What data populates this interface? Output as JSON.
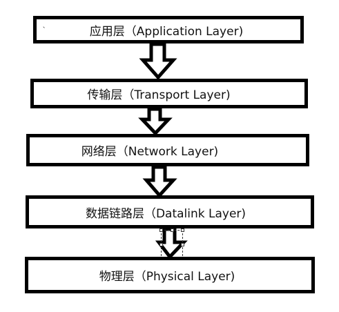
{
  "diagram": {
    "layers": [
      {
        "label": "应用层（Application Layer)"
      },
      {
        "label": "传输层（Transport Layer)"
      },
      {
        "label": "网络层（Network Layer)"
      },
      {
        "label": "数据链路层（Datalink Layer)"
      },
      {
        "label": "物理层（Physical Layer)"
      }
    ],
    "stray_mark": "、",
    "colors": {
      "border": "#000000",
      "background": "#ffffff",
      "text": "#111111"
    }
  }
}
